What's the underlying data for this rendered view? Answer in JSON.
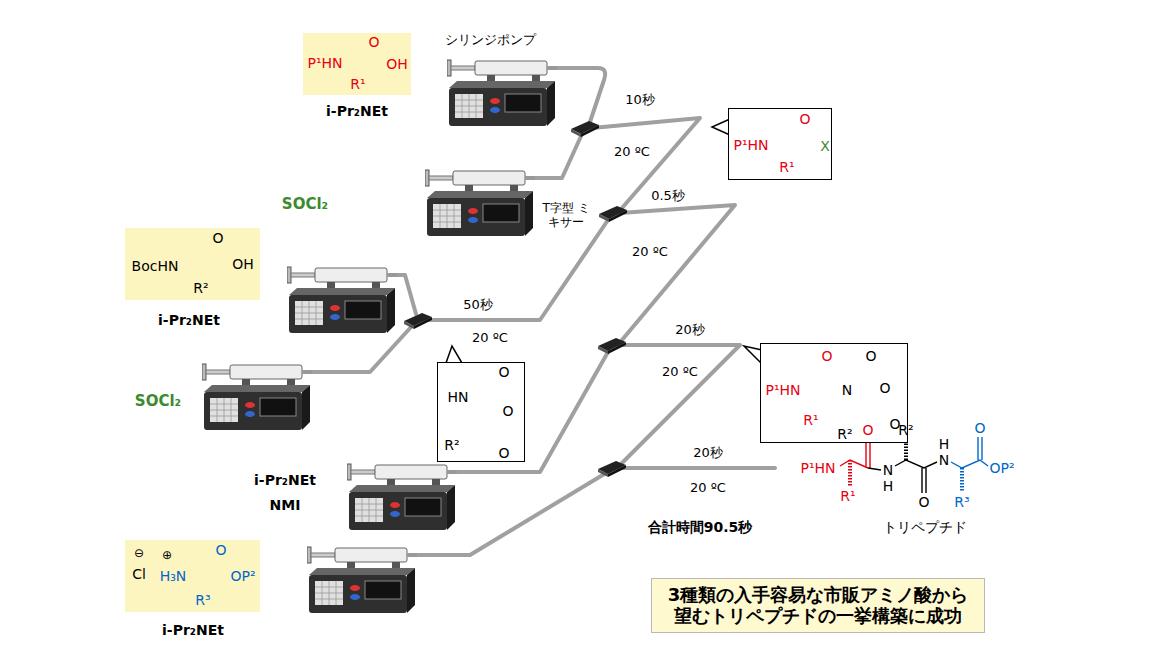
{
  "diagram": {
    "nodes": [
      {
        "text": [
          "P¹HN",
          "O",
          "OH",
          "R¹",
          "i-Pr₂NEt"
        ]
      },
      {
        "text": [
          "P¹HN",
          "O",
          "X",
          "R¹"
        ]
      },
      {
        "text": [
          "BocHN",
          "O",
          "OH",
          "R²",
          "i-Pr₂NEt"
        ]
      },
      {
        "text": [
          "HN",
          "O",
          "O",
          "O",
          "R²"
        ]
      },
      {
        "text": [
          "P¹HN",
          "O",
          "N",
          "O",
          "O",
          "O",
          "R¹",
          "R²"
        ]
      },
      {
        "text": [
          "⊖",
          "Cl",
          "⊕",
          "H₃N",
          "O",
          "OP²",
          "R³",
          "i-Pr₂NEt"
        ]
      },
      {
        "text": [
          "3種類の入手容易な市販アミノ酸から 望むトリペプチドの一挙構築に成功"
        ]
      }
    ],
    "labels": [
      "シリンジポンプ",
      "SOCl₂",
      "10秒",
      "20 ºC",
      "T字型 ミキサー",
      "0.5秒",
      "20 ºC",
      "50秒",
      "20 ºC",
      "SOCl₂",
      "20秒",
      "20 ºC",
      "i-Pr₂NEt",
      "NMI",
      "20秒",
      "20 ºC",
      "合計時間90.5秒",
      "トリペプチド",
      "P¹HN",
      "O",
      "R¹",
      "N",
      "H",
      "R²",
      "O",
      "H",
      "N",
      "R³",
      "O",
      "OP²"
    ]
  }
}
